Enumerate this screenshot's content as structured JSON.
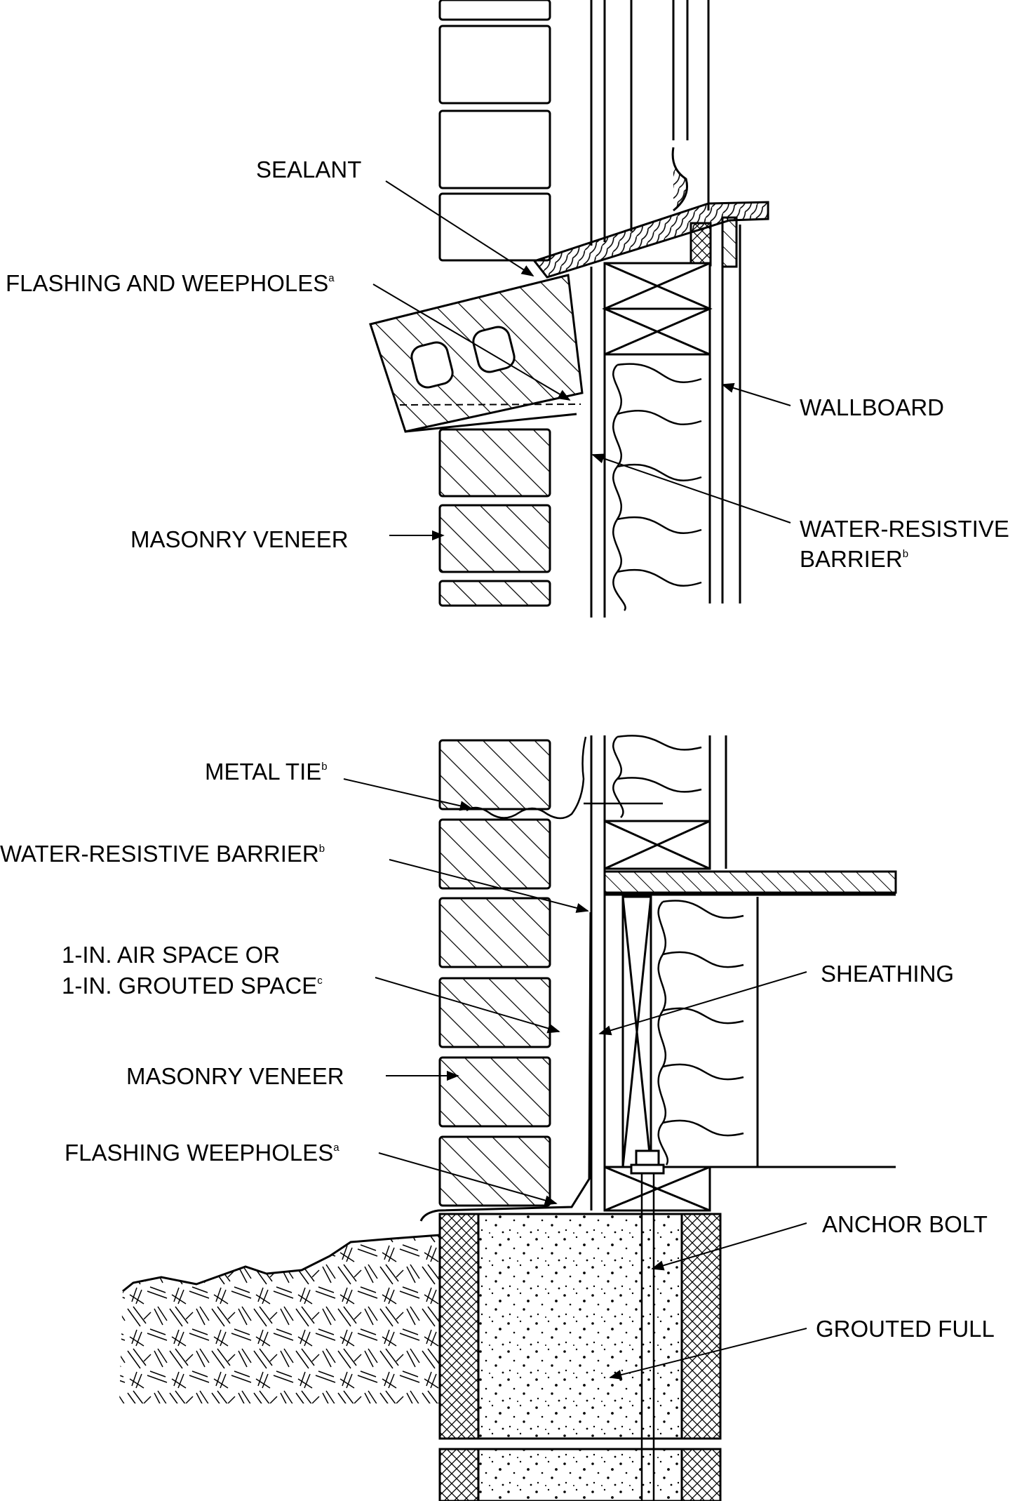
{
  "upper_detail": {
    "labels": {
      "sealant": "SEALANT",
      "flashing": "FLASHING AND WEEPHOLES",
      "flashing_sup": "a",
      "wallboard": "WALLBOARD",
      "masonry_veneer": "MASONRY VENEER",
      "wrb_line1": "WATER-RESISTIVE",
      "wrb_line2": "BARRIER",
      "wrb_sup": "b"
    }
  },
  "lower_detail": {
    "labels": {
      "metal_tie": "METAL TIE",
      "metal_tie_sup": "b",
      "wrb": "WATER-RESISTIVE BARRIER",
      "wrb_sup": "b",
      "air_space_line1": "1-IN. AIR SPACE OR",
      "air_space_line2": "1-IN. GROUTED SPACE",
      "air_space_sup": "c",
      "sheathing": "SHEATHING",
      "masonry_veneer": "MASONRY VENEER",
      "flashing": "FLASHING WEEPHOLES",
      "flashing_sup": "a",
      "anchor_bolt": "ANCHOR BOLT",
      "grouted_full": "GROUTED FULL"
    }
  }
}
